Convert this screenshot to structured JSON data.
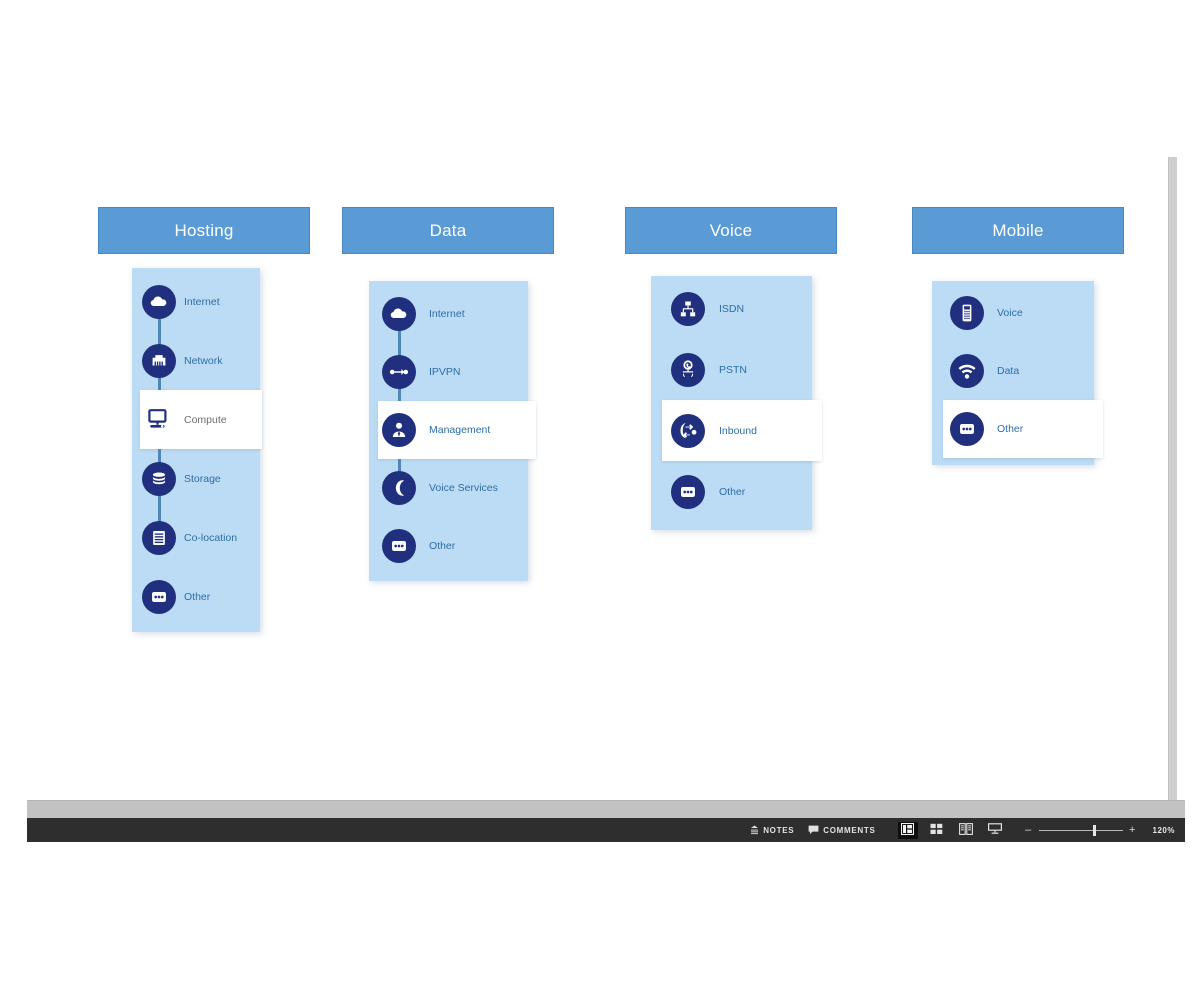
{
  "app": {
    "name": "presentation-editor",
    "slide_background": "#ffffff"
  },
  "colors": {
    "header_fill": "#5b9bd5",
    "header_border": "#4a87c0",
    "header_text": "#ffffff",
    "panel_fill": "#bcdcf5",
    "icon_disc": "#20307e",
    "label_blue": "#2e6da9",
    "label_grey": "#6f6f6f",
    "connector": "#4e86b8",
    "highlight_row": "#ffffff",
    "status_bar": "#2e2e2e",
    "grey_band": "#c2c2c2"
  },
  "diagram": {
    "columns": [
      {
        "id": "hosting",
        "title": "Hosting",
        "items": [
          {
            "label": "Internet",
            "icon": "cloud-icon",
            "style": "disc",
            "highlight": false
          },
          {
            "label": "Network",
            "icon": "ethernet-port-icon",
            "style": "disc",
            "highlight": false
          },
          {
            "label": "Compute",
            "icon": "desktop-monitor-icon",
            "style": "plain",
            "highlight": true
          },
          {
            "label": "Storage",
            "icon": "database-icon",
            "style": "disc",
            "highlight": false
          },
          {
            "label": "Co-location",
            "icon": "server-rack-icon",
            "style": "disc",
            "highlight": false
          },
          {
            "label": "Other",
            "icon": "ellipsis-icon",
            "style": "disc",
            "highlight": false
          }
        ]
      },
      {
        "id": "data",
        "title": "Data",
        "items": [
          {
            "label": "Internet",
            "icon": "cloud-icon",
            "style": "disc",
            "highlight": false
          },
          {
            "label": "IPVPN",
            "icon": "point-to-point-icon",
            "style": "disc",
            "highlight": false
          },
          {
            "label": "Management",
            "icon": "person-tie-icon",
            "style": "disc",
            "highlight": true
          },
          {
            "label": "Voice Services",
            "icon": "handset-icon",
            "style": "disc",
            "highlight": false
          },
          {
            "label": "Other",
            "icon": "ellipsis-icon",
            "style": "disc",
            "highlight": false
          }
        ]
      },
      {
        "id": "voice",
        "title": "Voice",
        "items": [
          {
            "label": "ISDN",
            "icon": "network-tree-icon",
            "style": "disc",
            "highlight": false
          },
          {
            "label": "PSTN",
            "icon": "phone-network-icon",
            "style": "disc",
            "highlight": false
          },
          {
            "label": "Inbound",
            "icon": "inbound-routing-icon",
            "style": "disc",
            "highlight": true
          },
          {
            "label": "Other",
            "icon": "ellipsis-icon",
            "style": "disc",
            "highlight": false
          }
        ]
      },
      {
        "id": "mobile",
        "title": "Mobile",
        "items": [
          {
            "label": "Voice",
            "icon": "mobile-phone-icon",
            "style": "disc",
            "highlight": false
          },
          {
            "label": "Data",
            "icon": "wifi-signal-icon",
            "style": "disc",
            "highlight": false
          },
          {
            "label": "Other",
            "icon": "ellipsis-icon",
            "style": "disc",
            "highlight": true
          }
        ]
      }
    ]
  },
  "status_bar": {
    "notes": {
      "label": "NOTES",
      "icon": "notes-icon"
    },
    "comments": {
      "label": "COMMENTS",
      "icon": "comment-icon"
    },
    "views": [
      {
        "name": "normal-view",
        "icon": "normal-view-icon",
        "active": true
      },
      {
        "name": "slide-sorter-view",
        "icon": "slide-sorter-icon",
        "active": false
      },
      {
        "name": "reading-view",
        "icon": "reading-view-icon",
        "active": false
      },
      {
        "name": "slide-show-view",
        "icon": "slide-show-icon",
        "active": false
      }
    ],
    "zoom": {
      "minus": "–",
      "plus": "+",
      "value": "120%"
    }
  }
}
